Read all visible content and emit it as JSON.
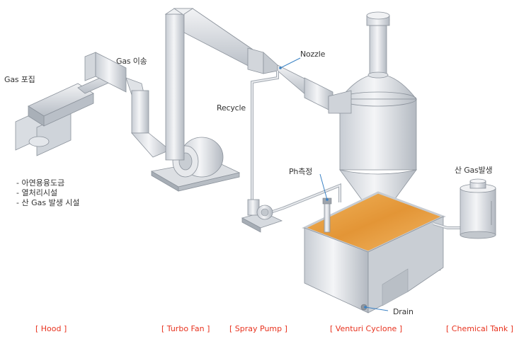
{
  "labels": {
    "gas_capture": "Gas 포집",
    "gas_transfer": "Gas 이송",
    "nozzle": "Nozzle",
    "recycle": "Recycle",
    "ph_meter": "Ph측정",
    "acid_gas": "산 Gas발생",
    "drain": "Drain"
  },
  "sources": [
    "- 아연용융도금",
    "- 열처리시설",
    "- 산 Gas 발생 시설"
  ],
  "captions": {
    "hood": "[ Hood ]",
    "turbo_fan": "[ Turbo Fan ]",
    "spray_pump": "[ Spray Pump ]",
    "venturi_cyclone": "[ Venturi Cyclone ]",
    "chemical_tank": "[ Chemical Tank ]"
  },
  "colors": {
    "metal_light": "#eceef1",
    "metal_mid": "#cdd1d7",
    "metal_dark": "#9aa0a8",
    "liquid": "#e89a3c",
    "caption": "#e8321e",
    "pointer": "#3b82c4"
  }
}
